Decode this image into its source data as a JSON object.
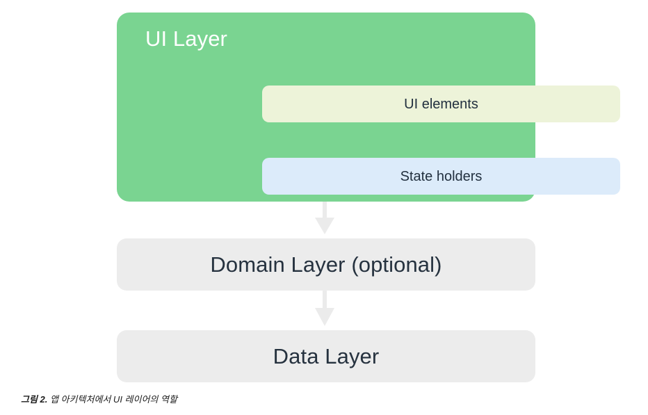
{
  "diagram": {
    "title": "UI Layer diagram",
    "ui_layer": {
      "title": "UI Layer",
      "color": "#7ad491",
      "title_color": "#ffffff",
      "boxes": [
        {
          "label": "UI elements",
          "color": "#edf3d9",
          "text_color": "#22303f"
        },
        {
          "label": "State holders",
          "color": "#dcebfa",
          "text_color": "#22303f"
        }
      ]
    },
    "layers": [
      {
        "label": "Domain Layer (optional)",
        "color": "#ececec",
        "text_color": "#26323f"
      },
      {
        "label": "Data Layer",
        "color": "#ececec",
        "text_color": "#26323f"
      }
    ],
    "arrows": [
      {
        "name": "ui-elements-to-state-holders",
        "color": "#1e3145",
        "style": "solid-dark"
      },
      {
        "name": "state-holders-to-domain-layer",
        "color": "#ebebeb",
        "style": "solid-light"
      },
      {
        "name": "domain-layer-to-data-layer",
        "color": "#ebebeb",
        "style": "solid-light"
      }
    ]
  },
  "caption": {
    "number": "그림 2.",
    "text": " 앱 아키텍처에서 UI 레이어의 역할"
  }
}
